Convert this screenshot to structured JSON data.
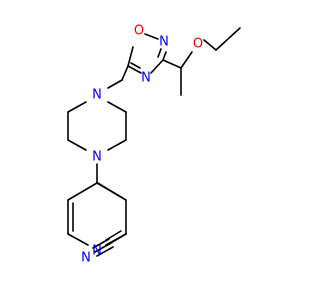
{
  "diagram": {
    "type": "chemical-structure",
    "colors": {
      "bond": "#000000",
      "oxygen": "#ff0000",
      "nitrogen": "#0000ff",
      "carbon": "#000000"
    },
    "atoms": {
      "n_pip_top": {
        "symbol": "N",
        "element": "nitrogen"
      },
      "n_pip_bottom": {
        "symbol": "N",
        "element": "nitrogen"
      },
      "o_ring": {
        "symbol": "O",
        "element": "oxygen"
      },
      "n_ring_top": {
        "symbol": "N",
        "element": "nitrogen"
      },
      "n_ring_bottom": {
        "symbol": "N",
        "element": "nitrogen"
      },
      "o_ether": {
        "symbol": "O",
        "element": "oxygen"
      },
      "n_pyridine": {
        "symbol": "N",
        "element": "nitrogen"
      },
      "n_nitrile": {
        "symbol": "N",
        "element": "nitrogen"
      }
    }
  }
}
